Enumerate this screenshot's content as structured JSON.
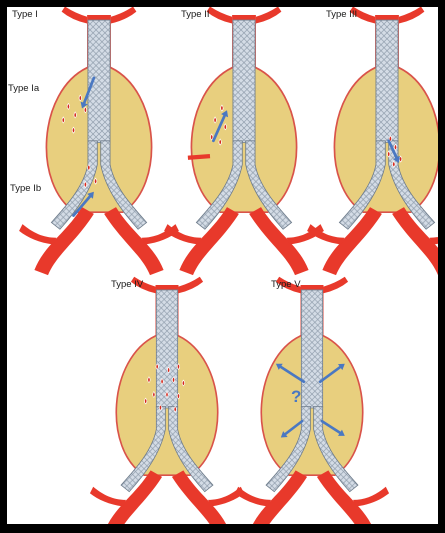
{
  "figure": {
    "labels": {
      "type_i": "Type I",
      "type_ia": "Type Ia",
      "type_ib": "Type Ib",
      "type_ii": "Type II",
      "type_iii": "Type III",
      "type_iv": "Type IV",
      "type_v": "Type V",
      "question_mark": "?"
    },
    "colors": {
      "vessel": "#e8392b",
      "vessel_dark": "#c02618",
      "sac_fill": "#e8cf7e",
      "sac_outline": "#d9534a",
      "graft": "#d4dce6",
      "graft_mesh": "#8f9cab",
      "blood_drop": "#d52a1e",
      "arrow": "#4a78c2",
      "background": "#ffffff",
      "frame": "#000000"
    },
    "icons": [
      "blood-drop-icon",
      "blue-arrow-icon",
      "stent-graft-icon",
      "question-mark-icon"
    ]
  }
}
